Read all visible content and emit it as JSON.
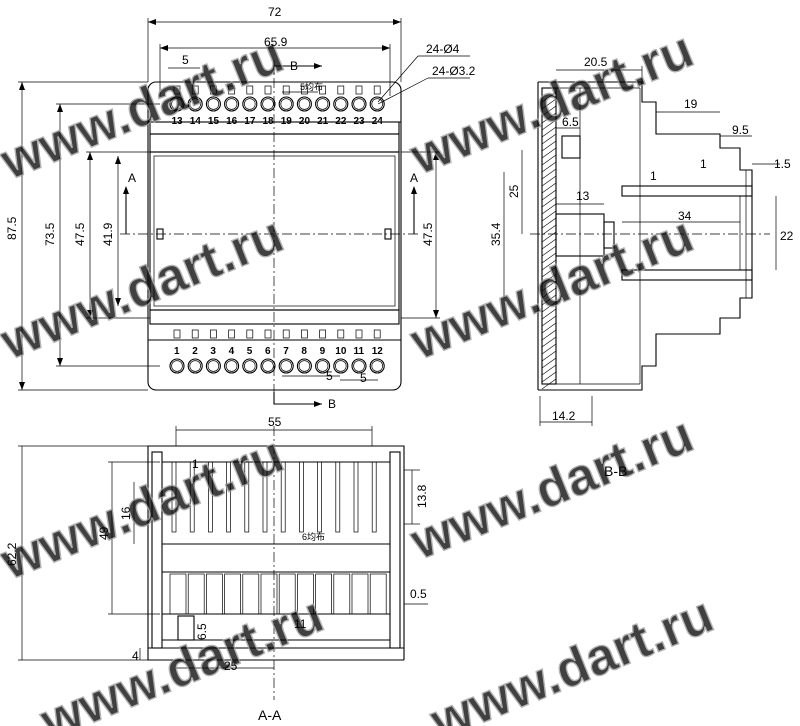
{
  "watermark": "www.dart.ru",
  "labels": {
    "top_width": "72",
    "inner_width": "65.9",
    "pitch_top": "5",
    "pitch_top_note": "5均布",
    "hole_big": "24-Ø4",
    "hole_small": "24-Ø3.2",
    "height_total": "87.5",
    "height_735": "73.5",
    "height_475_left": "47.5",
    "height_419": "41.9",
    "height_475_right": "47.5",
    "section_a": "A",
    "section_b": "B",
    "pitch_bottom_1": "5",
    "pitch_bottom_2": "5",
    "side_205": "20.5",
    "side_19": "19",
    "side_95": "9.5",
    "side_65": "6.5",
    "side_1a": "1",
    "side_1b": "1",
    "side_15": "1.5",
    "side_25": "25",
    "side_13": "13",
    "side_34": "34",
    "side_354": "35.4",
    "side_22": "22",
    "side_142": "14.2",
    "section_bb": "B-B",
    "aa_55": "55",
    "aa_1": "1",
    "aa_16": "16",
    "aa_49": "49",
    "aa_622": "62.2",
    "aa_138": "13.8",
    "aa_6note": "6均布",
    "aa_05": "0.5",
    "aa_65": "6.5",
    "aa_11": "11",
    "aa_4": "4",
    "aa_25": "25",
    "section_aa": "A-A"
  },
  "top_pins": [
    "13",
    "14",
    "15",
    "16",
    "17",
    "18",
    "19",
    "20",
    "21",
    "22",
    "23",
    "24"
  ],
  "bottom_pins": [
    "1",
    "2",
    "3",
    "4",
    "5",
    "6",
    "7",
    "8",
    "9",
    "10",
    "11",
    "12"
  ]
}
